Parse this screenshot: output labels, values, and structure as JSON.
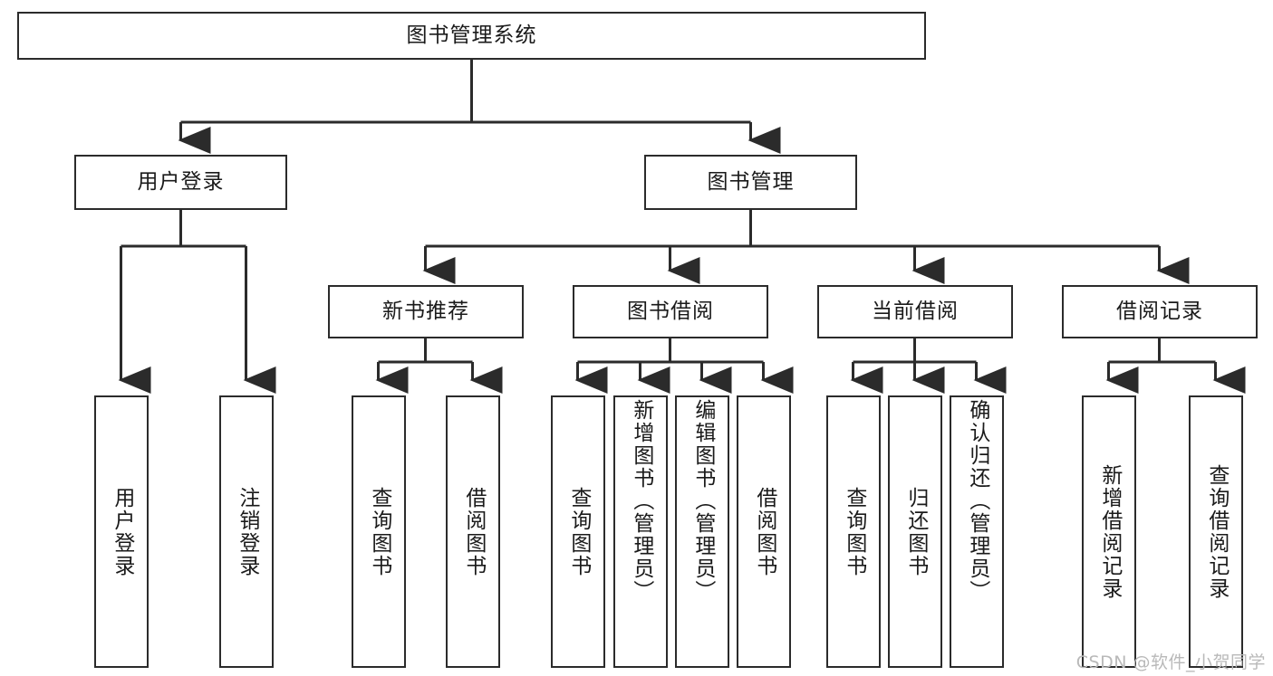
{
  "diagram": {
    "type": "tree-hierarchy",
    "title": "图书管理系统",
    "colors": {
      "box_border": "#2b2b2b",
      "box_fill": "#ffffff",
      "connector": "#2b2b2b",
      "text": "#1a1a1a",
      "watermark": "#b9b9b9",
      "background": "#ffffff"
    },
    "root": {
      "label": "图书管理系统"
    },
    "level2": [
      {
        "label": "用户登录"
      },
      {
        "label": "图书管理"
      }
    ],
    "level3": [
      {
        "label": "新书推荐"
      },
      {
        "label": "图书借阅"
      },
      {
        "label": "当前借阅"
      },
      {
        "label": "借阅记录"
      }
    ],
    "leaves": {
      "user_login": [
        {
          "label": "用户登录"
        },
        {
          "label": "注销登录"
        }
      ],
      "new_book_recommend": [
        {
          "label": "查询图书"
        },
        {
          "label": "借阅图书"
        }
      ],
      "book_borrow": [
        {
          "label": "查询图书"
        },
        {
          "label": "新增图书（管理员）"
        },
        {
          "label": "编辑图书（管理员）"
        },
        {
          "label": "借阅图书"
        }
      ],
      "current_borrow": [
        {
          "label": "查询图书"
        },
        {
          "label": "归还图书"
        },
        {
          "label": "确认归还（管理员）"
        }
      ],
      "borrow_record": [
        {
          "label": "新增借阅记录"
        },
        {
          "label": "查询借阅记录"
        }
      ]
    }
  },
  "watermark": {
    "text": "CSDN @软件_小贺同学"
  }
}
